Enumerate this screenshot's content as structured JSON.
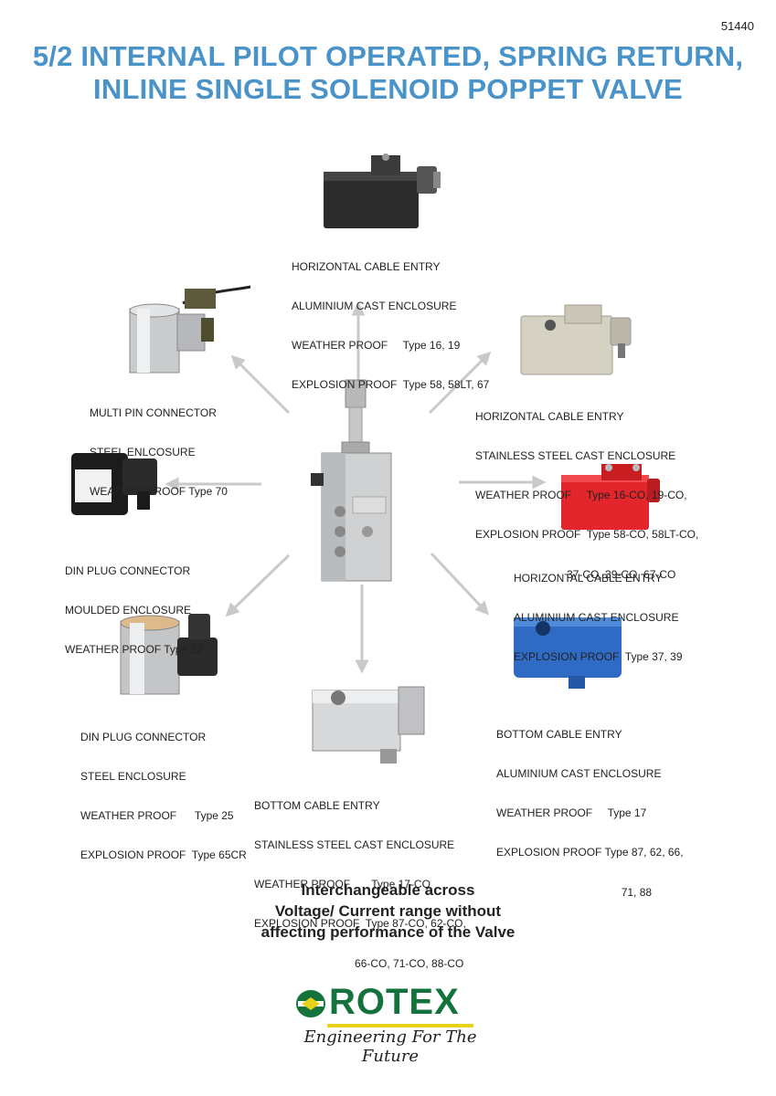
{
  "document": {
    "number": "51440"
  },
  "title": {
    "line1": "5/2 INTERNAL PILOT OPERATED, SPRING RETURN,",
    "line2": "INLINE SINGLE SOLENOID POPPET VALVE"
  },
  "captions": {
    "top": [
      "HORIZONTAL CABLE ENTRY",
      "ALUMINIUM CAST ENCLOSURE",
      "WEATHER PROOF     Type 16, 19",
      "EXPLOSION PROOF  Type 58, 58LT, 67"
    ],
    "upper_left": [
      "MULTI PIN CONNECTOR",
      "STEEL ENLCOSURE",
      "WEATHER PROOF Type 70"
    ],
    "upper_right": [
      "HORIZONTAL CABLE ENTRY",
      "STAINLESS STEEL CAST ENCLOSURE",
      "WEATHER PROOF     Type 16-CO, 19-CO,",
      "EXPLOSION PROOF  Type 58-CO, 58LT-CO,",
      "                              37-CO, 39-CO, 67-CO"
    ],
    "mid_left": [
      "DIN PLUG CONNECTOR",
      "MOULDED ENCLOSURE",
      "WEATHER PROOF Type 22"
    ],
    "mid_right": [
      "HORIZONTAL CABLE ENTRY",
      "ALUMINIUM CAST ENCLOSURE",
      "EXPLOSION PROOF  Type 37, 39"
    ],
    "lower_left": [
      "DIN PLUG CONNECTOR",
      "STEEL ENCLOSURE",
      "WEATHER PROOF      Type 25",
      "EXPLOSION PROOF  Type 65CR"
    ],
    "lower_right": [
      "BOTTOM CABLE ENTRY",
      "ALUMINIUM CAST ENCLOSURE",
      "WEATHER PROOF     Type 17",
      "EXPLOSION PROOF Type 87, 62, 66,",
      "                                         71, 88"
    ],
    "bottom": [
      "BOTTOM CABLE ENTRY",
      "STAINLESS STEEL CAST ENCLOSURE",
      "WEATHER PROOF       Type 17-CO",
      "EXPLOSION PROOF  Type 87-CO, 62-CO,",
      "                                 66-CO, 71-CO, 88-CO"
    ]
  },
  "tagline": {
    "line1": "Interchangeable across",
    "line2": "Voltage/ Current range without",
    "line3": "affecting performance of the Valve"
  },
  "logo": {
    "brand": "ROTEX",
    "slogan": "Engineering For The Future"
  },
  "colors": {
    "title": "#4a93c9",
    "brand_green": "#14733d",
    "brand_yellow": "#e9d21b",
    "arrow": "#c9c9c9"
  }
}
